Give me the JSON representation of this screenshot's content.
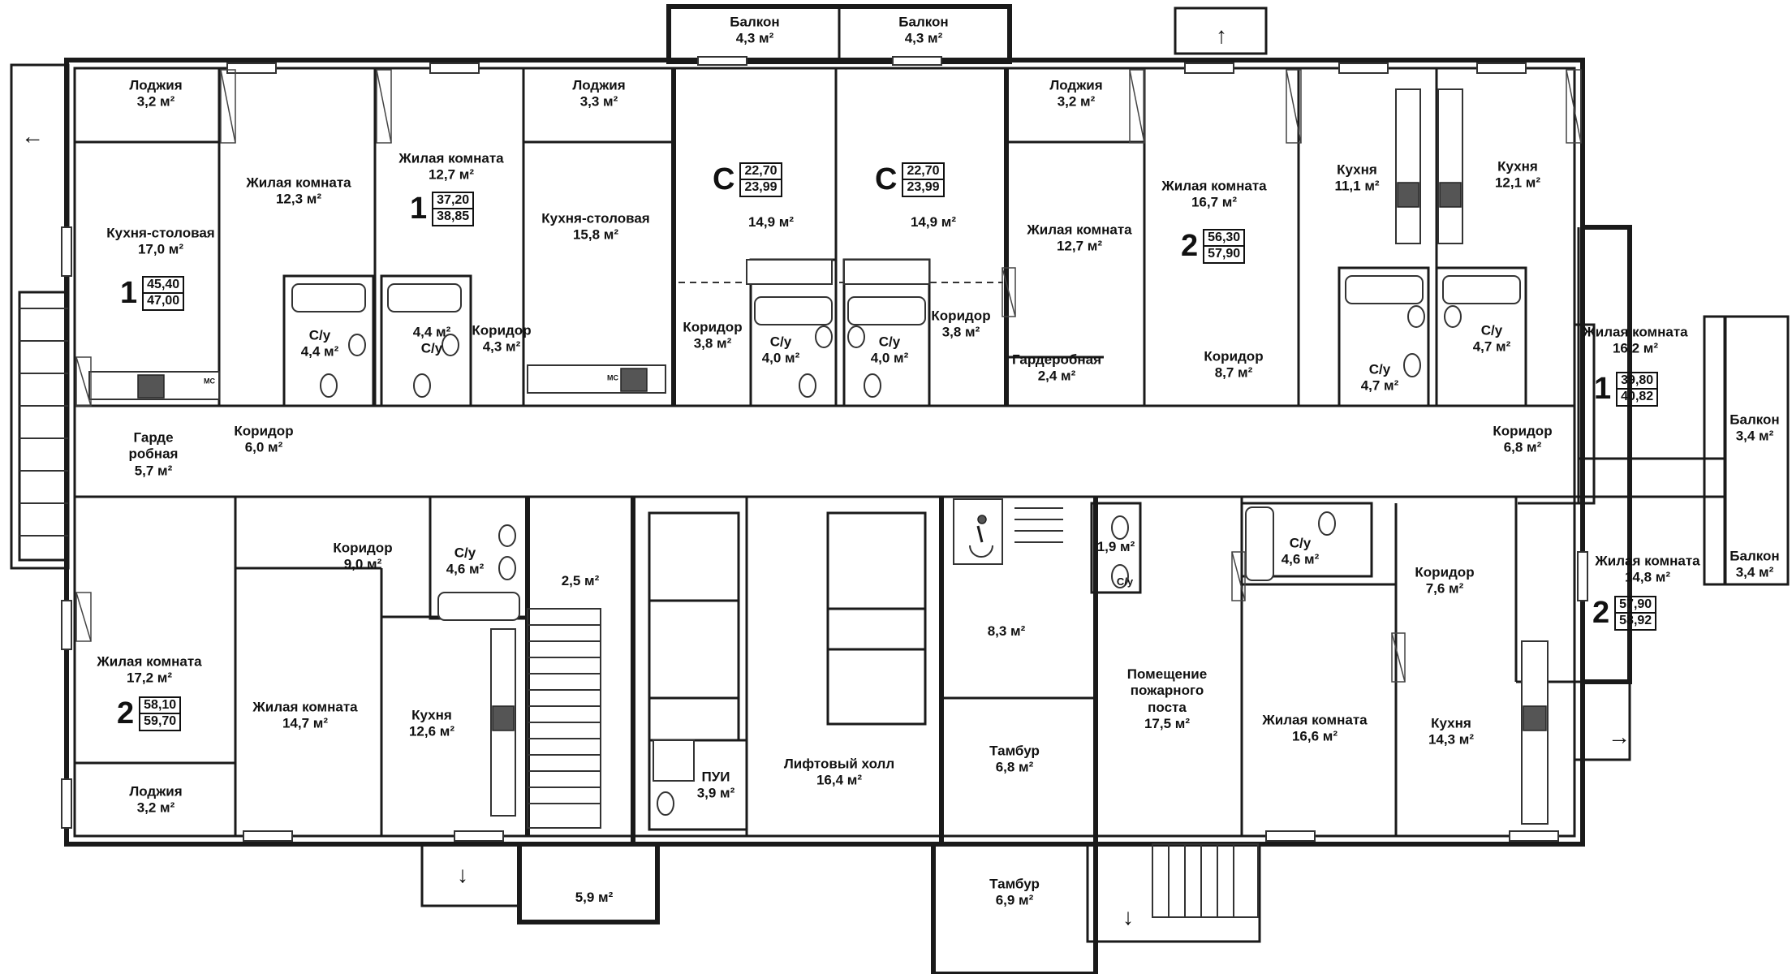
{
  "apartments": [
    {
      "id": "a1",
      "number": "1",
      "living": "45,40",
      "total": "47,00"
    },
    {
      "id": "a2",
      "number": "1",
      "living": "37,20",
      "total": "38,85"
    },
    {
      "id": "a3",
      "number": "С",
      "living": "22,70",
      "total": "23,99"
    },
    {
      "id": "a4",
      "number": "С",
      "living": "22,70",
      "total": "23,99"
    },
    {
      "id": "a5",
      "number": "2",
      "living": "56,30",
      "total": "57,90"
    },
    {
      "id": "a6",
      "number": "1",
      "living": "39,80",
      "total": "40,82"
    },
    {
      "id": "a7",
      "number": "2",
      "living": "57,90",
      "total": "58,92"
    },
    {
      "id": "a8",
      "number": "2",
      "living": "58,10",
      "total": "59,70"
    }
  ],
  "rooms": [
    {
      "name": "Балкон",
      "area": "4,3 м²"
    },
    {
      "name": "Балкон",
      "area": "4,3 м²"
    },
    {
      "name": "Лоджия",
      "area": "3,2 м²"
    },
    {
      "name": "Лоджия",
      "area": "3,3 м²"
    },
    {
      "name": "Лоджия",
      "area": "3,2 м²"
    },
    {
      "name": "Кухня-столовая",
      "area": "17,0 м²"
    },
    {
      "name": "Жилая комната",
      "area": "12,3 м²"
    },
    {
      "name": "Жилая комната",
      "area": "12,7 м²"
    },
    {
      "name": "Кухня-столовая",
      "area": "15,8 м²"
    },
    {
      "name": "",
      "area": "14,9 м²"
    },
    {
      "name": "",
      "area": "14,9 м²"
    },
    {
      "name": "Жилая комната",
      "area": "12,7 м²"
    },
    {
      "name": "Жилая комната",
      "area": "16,7 м²"
    },
    {
      "name": "Кухня",
      "area": "11,1 м²"
    },
    {
      "name": "Кухня",
      "area": "12,1 м²"
    },
    {
      "name": "С/у",
      "area": "4,4 м²"
    },
    {
      "name": "С/у",
      "area": "4,4 м²"
    },
    {
      "name": "Коридор",
      "area": "4,3 м²"
    },
    {
      "name": "Коридор",
      "area": "3,8 м²"
    },
    {
      "name": "С/у",
      "area": "4,0 м²"
    },
    {
      "name": "С/у",
      "area": "4,0 м²"
    },
    {
      "name": "Коридор",
      "area": "3,8 м²"
    },
    {
      "name": "Гардеробная",
      "area": "2,4 м²"
    },
    {
      "name": "Коридор",
      "area": "8,7 м²"
    },
    {
      "name": "С/у",
      "area": "4,7 м²"
    },
    {
      "name": "С/у",
      "area": "4,7 м²"
    },
    {
      "name": "Жилая комната",
      "area": "16,2 м²"
    },
    {
      "name": "Гарде робная",
      "area": "5,7 м²"
    },
    {
      "name": "Коридор",
      "area": "6,0 м²"
    },
    {
      "name": "Коридор",
      "area": "6,8 м²"
    },
    {
      "name": "Балкон",
      "area": "3,4 м²"
    },
    {
      "name": "Балкон",
      "area": "3,4 м²"
    },
    {
      "name": "Коридор",
      "area": "9,0 м²"
    },
    {
      "name": "С/у",
      "area": "4,6 м²"
    },
    {
      "name": "",
      "area": "2,5 м²"
    },
    {
      "name": "",
      "area": "1,9 м²"
    },
    {
      "name": "С/у",
      "area": "4,6 м²"
    },
    {
      "name": "Коридор",
      "area": "7,6 м²"
    },
    {
      "name": "Жилая комната",
      "area": "14,8 м²"
    },
    {
      "name": "Жилая комната",
      "area": "17,2 м²"
    },
    {
      "name": "Жилая комната",
      "area": "14,7 м²"
    },
    {
      "name": "Кухня",
      "area": "12,6 м²"
    },
    {
      "name": "",
      "area": "8,3 м²"
    },
    {
      "name": "Помещение пожарного поста",
      "area": "17,5 м²"
    },
    {
      "name": "Жилая комната",
      "area": "16,6 м²"
    },
    {
      "name": "Кухня",
      "area": "14,3 м²"
    },
    {
      "name": "Тамбур",
      "area": "6,8 м²"
    },
    {
      "name": "ПУИ",
      "area": "3,9 м²"
    },
    {
      "name": "Лифтовый холл",
      "area": "16,4 м²"
    },
    {
      "name": "Лоджия",
      "area": "3,2 м²"
    },
    {
      "name": "",
      "area": "5,9 м²"
    },
    {
      "name": "Тамбур",
      "area": "6,9 м²"
    }
  ],
  "small_labels": {
    "wc": "С/у",
    "mc": "МС"
  },
  "exits": [
    {
      "dir": "left",
      "glyph": "←"
    },
    {
      "dir": "up",
      "glyph": "↑"
    },
    {
      "dir": "right",
      "glyph": "→"
    },
    {
      "dir": "down",
      "glyph": "↓"
    },
    {
      "dir": "down",
      "glyph": "↓"
    }
  ]
}
